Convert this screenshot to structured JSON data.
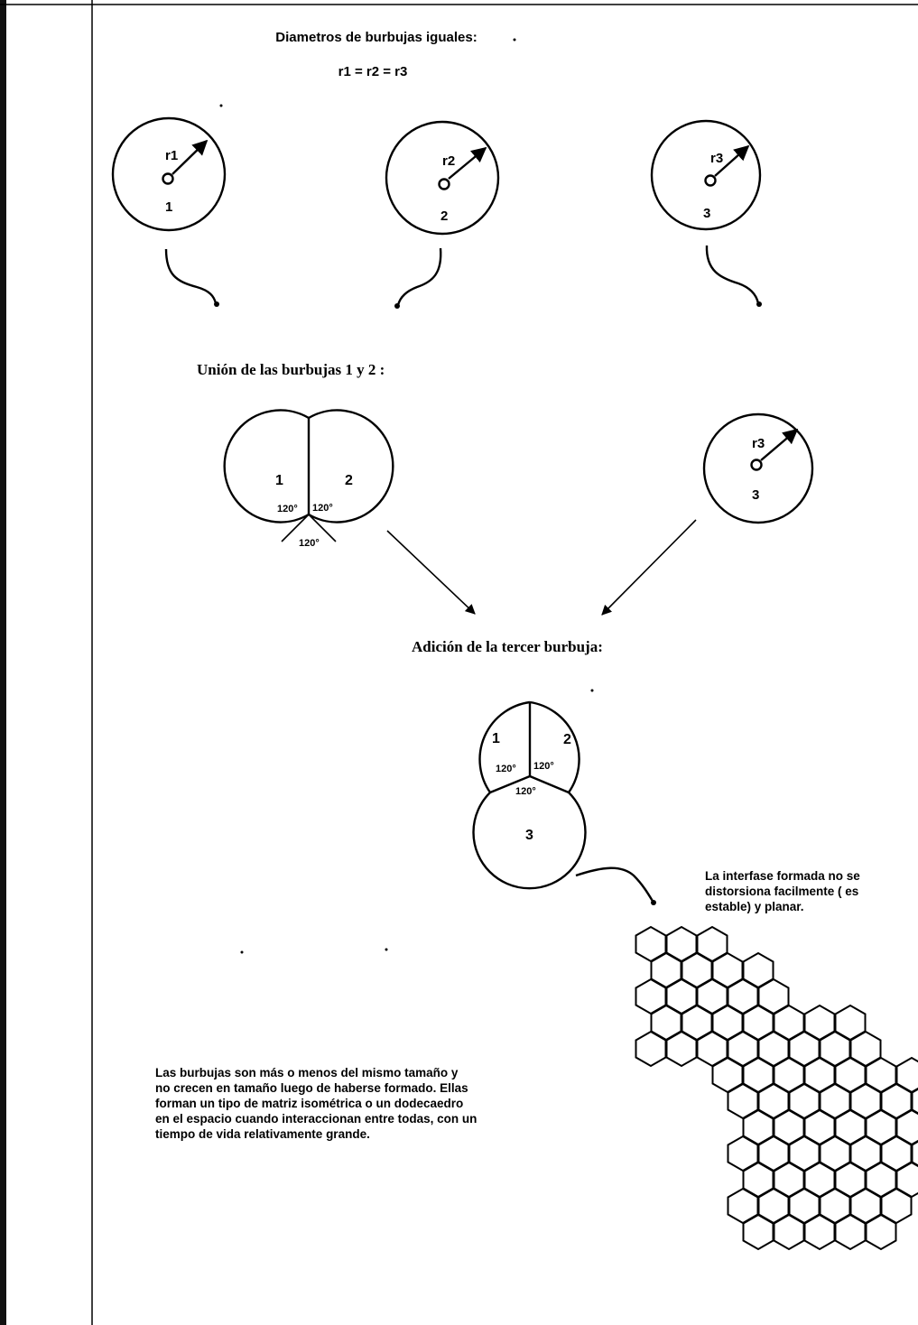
{
  "header": {
    "title": "Diametros de burbujas iguales:",
    "equation": "r1 = r2 = r3"
  },
  "bubbles": [
    {
      "radius_label": "r1",
      "number": "1"
    },
    {
      "radius_label": "r2",
      "number": "2"
    },
    {
      "radius_label": "r3",
      "number": "3"
    }
  ],
  "union": {
    "title": "Unión de las burbujas 1 y 2 :",
    "left_label": "1",
    "right_label": "2",
    "angle_left": "120°",
    "angle_right": "120°",
    "angle_bottom": "120°",
    "free_bubble_radius": "r3",
    "free_bubble_number": "3"
  },
  "addition": {
    "title": "Adición de la tercer burbuja:",
    "label_1": "1",
    "label_2": "2",
    "label_3": "3",
    "angle_left": "120°",
    "angle_right": "120°",
    "angle_bottom": "120°"
  },
  "notes": {
    "interface": [
      "La interfase formada no se",
      "distorsiona facilmente ( es",
      "estable) y planar."
    ],
    "bubbles_description": [
      "Las burbujas son más o menos del mismo tamaño y",
      "no crecen en tamaño luego de haberse formado. Ellas",
      "forman un tipo de matriz isométrica o un dodecaedro",
      "en el espacio cuando interaccionan entre todas, con un",
      "tiempo de vida relativamente grande."
    ]
  }
}
